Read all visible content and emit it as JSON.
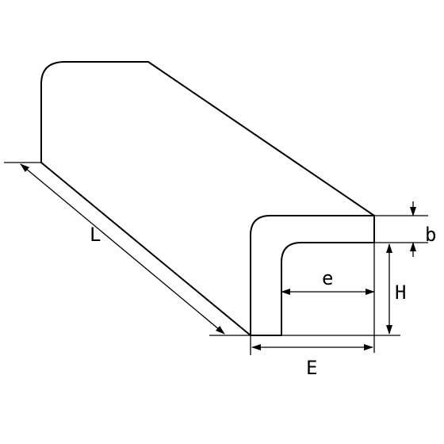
{
  "diagram": {
    "labels": {
      "length": "L",
      "thickness": "b",
      "inner_width": "e",
      "height": "H",
      "outer_width": "E"
    },
    "colors": {
      "line": "#000000",
      "background": "#ffffff"
    }
  }
}
